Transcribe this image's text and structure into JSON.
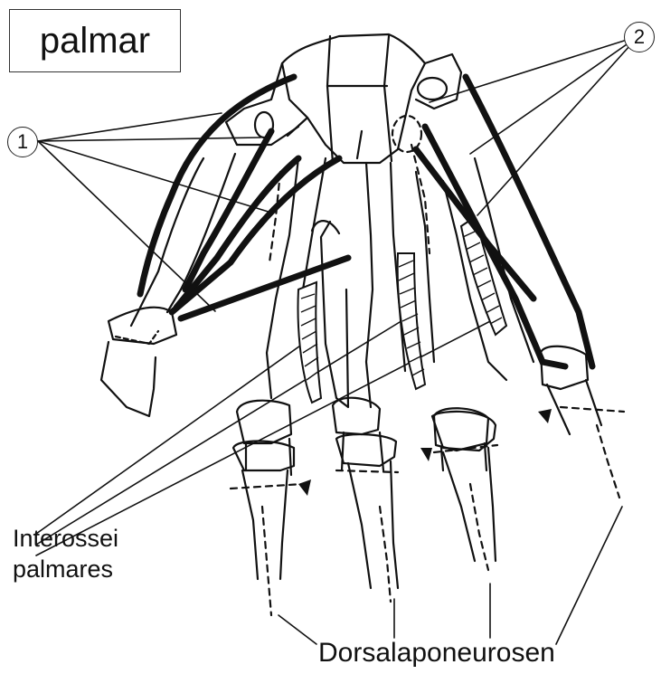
{
  "title": "palmar",
  "markers": {
    "one": "1",
    "two": "2"
  },
  "labels": {
    "interossei_line1": "Interossei",
    "interossei_line2": "palmares",
    "dorsalaponeurosen": "Dorsalaponeurosen"
  }
}
